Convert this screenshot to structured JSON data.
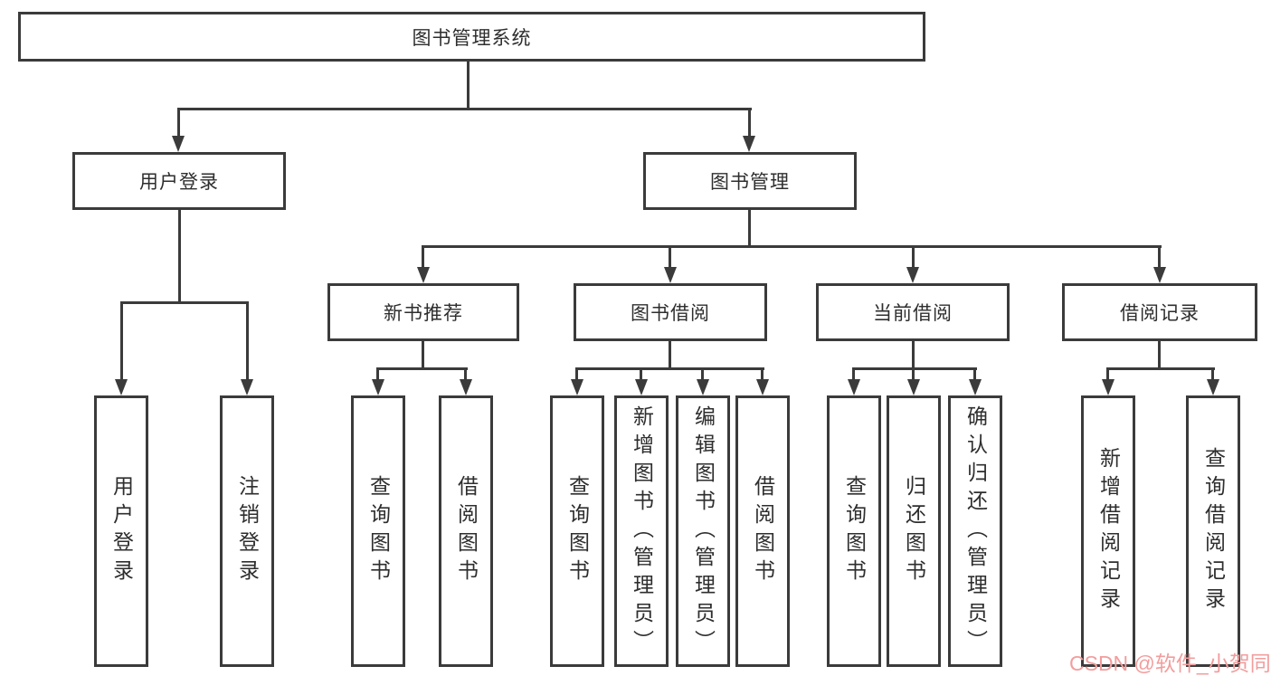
{
  "tree": {
    "root": {
      "label": "图书管理系统",
      "children": [
        {
          "label": "用户登录",
          "children": [
            {
              "label": "用户登录"
            },
            {
              "label": "注销登录"
            }
          ]
        },
        {
          "label": "图书管理",
          "children": [
            {
              "label": "新书推荐",
              "children": [
                {
                  "label": "查询图书"
                },
                {
                  "label": "借阅图书"
                }
              ]
            },
            {
              "label": "图书借阅",
              "children": [
                {
                  "label": "查询图书"
                },
                {
                  "label": "新增图书（管理员）"
                },
                {
                  "label": "编辑图书（管理员）"
                },
                {
                  "label": "借阅图书"
                }
              ]
            },
            {
              "label": "当前借阅",
              "children": [
                {
                  "label": "查询图书"
                },
                {
                  "label": "归还图书"
                },
                {
                  "label": "确认归还（管理员）"
                }
              ]
            },
            {
              "label": "借阅记录",
              "children": [
                {
                  "label": "新增借阅记录"
                },
                {
                  "label": "查询借阅记录"
                }
              ]
            }
          ]
        }
      ]
    }
  },
  "watermark": {
    "text": "CSDN @软件_小贺同学",
    "color": "#f29d9d"
  },
  "colors": {
    "line": "#3b3b3b",
    "text": "#2e2e2e",
    "background": "#ffffff"
  }
}
